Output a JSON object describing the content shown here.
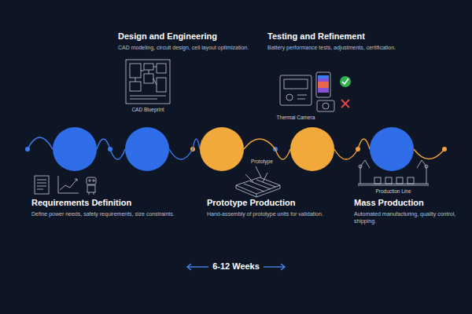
{
  "diagram": {
    "nodes": [
      {
        "text": [
          "Requirements Definition",
          "Define power needs, safety requirements, size constraints."
        ]
      },
      {
        "text": [
          "Design and Engineering",
          "CAD modeling, circuit design, cell layout optimization."
        ]
      },
      {
        "text": [
          "Prototype Production",
          "Hand-assembly of prototype units for validation."
        ]
      },
      {
        "text": [
          "Testing and Refinement",
          "Battery performance tests, adjustments, certification."
        ]
      },
      {
        "text": [
          "Mass Production",
          "Automated manufacturing, quality control, shipping."
        ]
      }
    ],
    "edges": [
      {
        "from": 0,
        "to": 1,
        "arrow": "none"
      },
      {
        "from": 1,
        "to": 2,
        "arrow": "none"
      },
      {
        "from": 2,
        "to": 3,
        "arrow": "none"
      },
      {
        "from": 3,
        "to": 4,
        "arrow": "none"
      }
    ],
    "labels": [
      "CAD Blueprint",
      "Prototype",
      "Thermal Camera",
      "Production Line",
      "6-12 Weeks"
    ]
  }
}
